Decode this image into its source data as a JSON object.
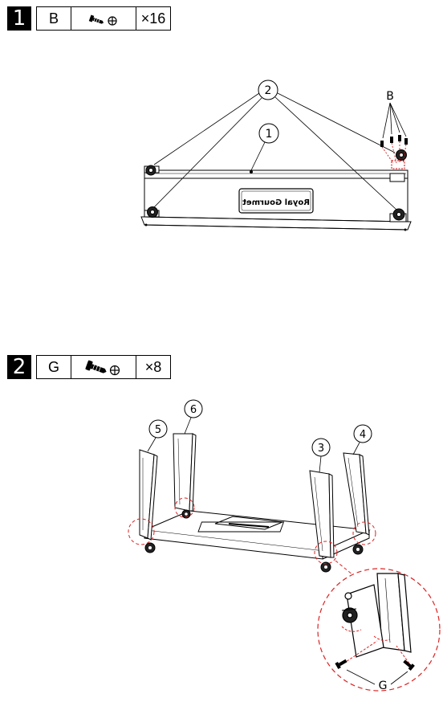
{
  "steps": [
    {
      "number": "1",
      "part_letter": "B",
      "quantity": "×16",
      "screw_icon": "screw-small-icon"
    },
    {
      "number": "2",
      "part_letter": "G",
      "quantity": "×8",
      "screw_icon": "screw-large-icon"
    }
  ],
  "diagram1": {
    "callouts": [
      "2",
      "1"
    ],
    "part_label": "B",
    "logo_text": "Royal Gourmet"
  },
  "diagram2": {
    "callouts": [
      "5",
      "6",
      "3",
      "4"
    ],
    "part_label": "G"
  }
}
